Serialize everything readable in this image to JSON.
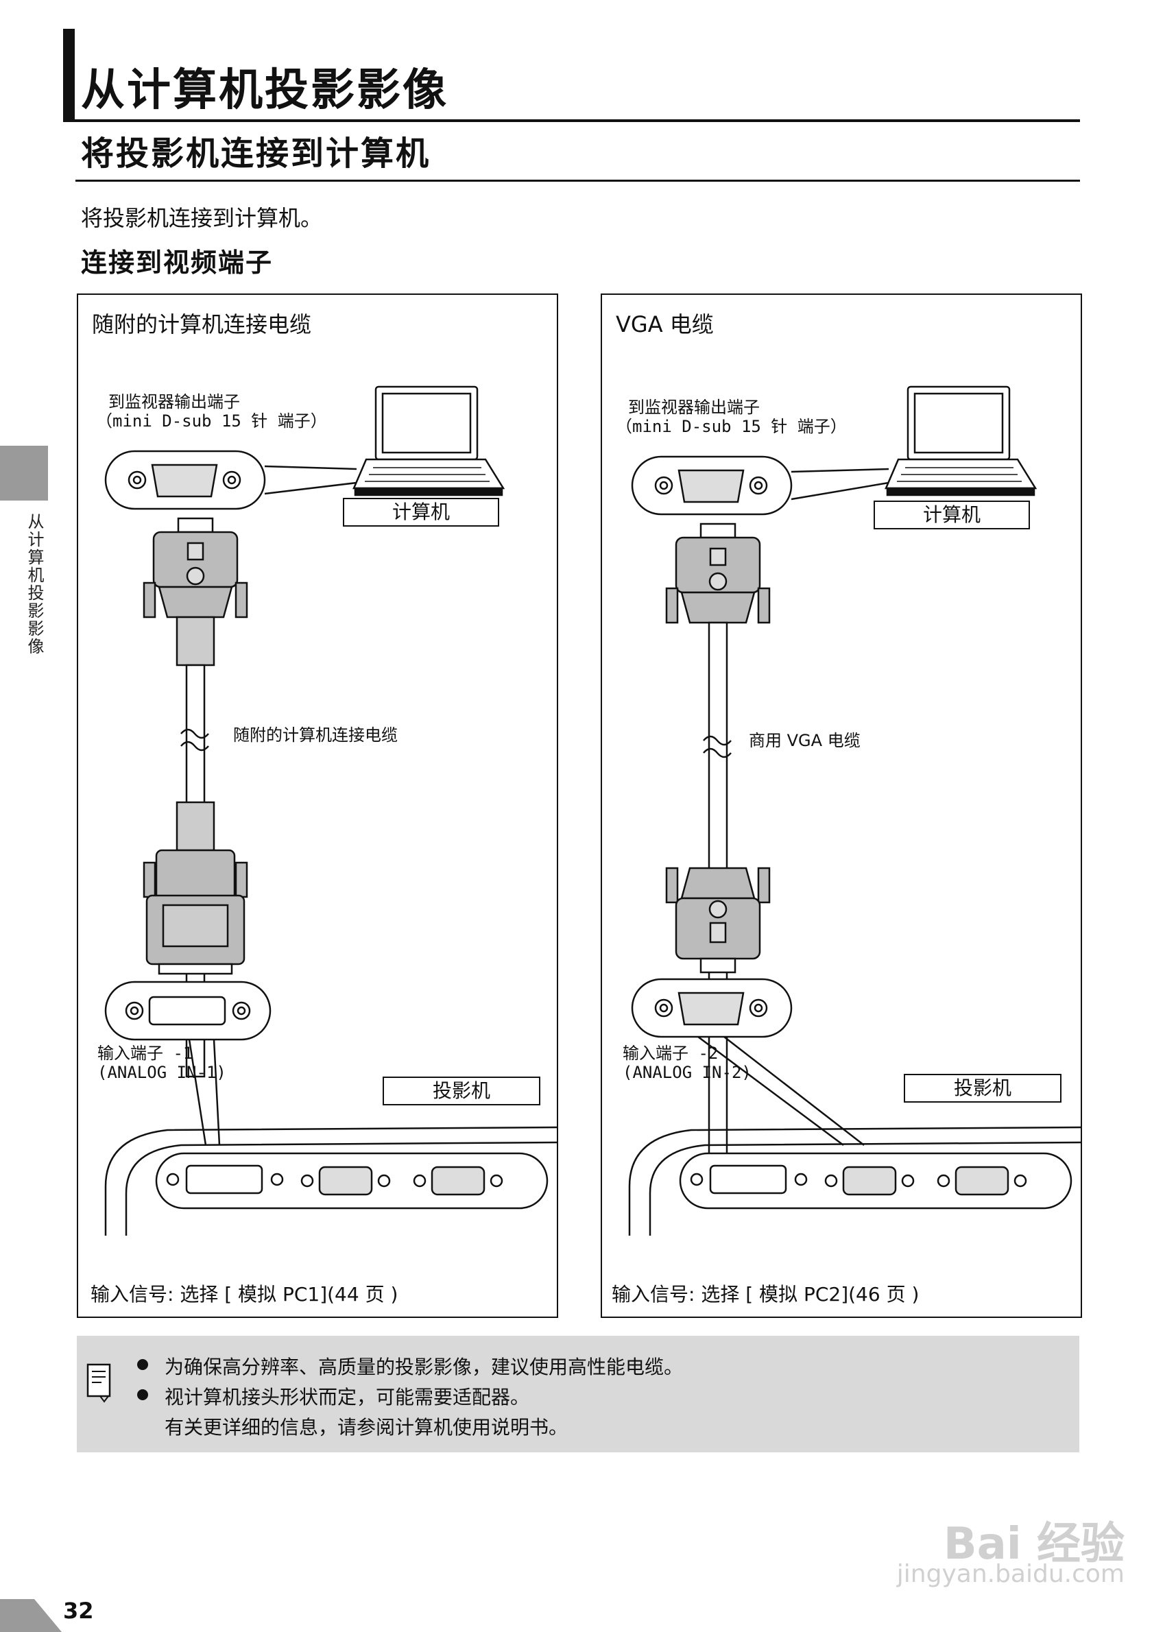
{
  "heading": "从计算机投影影像",
  "section": "将投影机连接到计算机",
  "intro": "将投影机连接到计算机。",
  "subsection": "连接到视频端子",
  "side_label": "从计算机投影影像",
  "panels": [
    {
      "title": "随附的计算机连接电缆",
      "port_label_1": "到监视器输出端子",
      "port_label_2": "（mini D-sub 15 针 端子）",
      "computer_label": "计算机",
      "cable_label": "随附的计算机连接电缆",
      "input_label_1": "输入端子 -1",
      "input_label_2": "(ANALOG IN-1)",
      "projector_label": "投影机",
      "footer": "输入信号: 选择 [ 模拟 PC1](44 页 )"
    },
    {
      "title": "VGA 电缆",
      "port_label_1": "到监视器输出端子",
      "port_label_2": "（mini D-sub 15 针 端子）",
      "computer_label": "计算机",
      "cable_label": "商用 VGA 电缆",
      "input_label_1": "输入端子 -2",
      "input_label_2": "(ANALOG IN-2)",
      "projector_label": "投影机",
      "footer": "输入信号: 选择 [ 模拟 PC2](46 页 )"
    }
  ],
  "note": {
    "icon": "memo-icon",
    "lines": [
      "为确保高分辨率、高质量的投影影像，建议使用高性能电缆。",
      "视计算机接头形状而定，可能需要适配器。",
      "有关更详细的信息，请参阅计算机使用说明书。"
    ]
  },
  "page_number": "32",
  "watermark": "Bai 经验",
  "watermark_url": "jingyan.baidu.com"
}
